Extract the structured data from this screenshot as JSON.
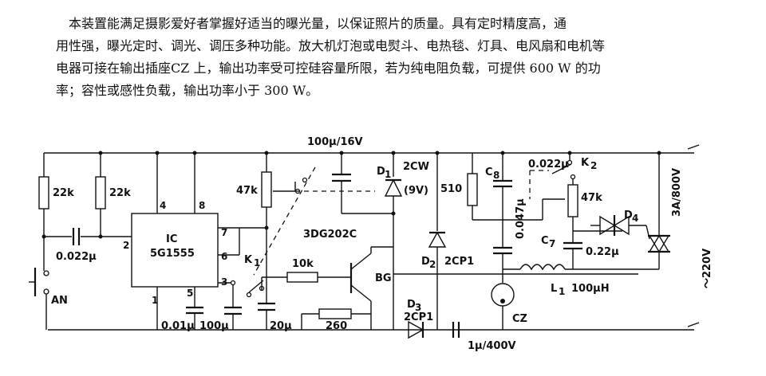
{
  "description": {
    "line1": "本装置能满足摄影爱好者掌握好适当的曝光量，以保证照片的质量。具有定时精度高，通",
    "line2": "用性强，曝光定时、调光、调压多种功能。放大机灯泡或电熨斗、电热毯、灯具、电风扇和电机等",
    "line3": "电器可接在输出插座CZ 上，输出功率受可控硅容量所限，若为纯电阻负载，可提供 600 W 的功",
    "line4": "率；容性或感性负载，输出功率小于 300 W。"
  },
  "labels": {
    "r1": "22k",
    "r2": "22k",
    "c_in": "0.022μ",
    "ic_name": "IC",
    "ic_part": "5G1555",
    "pin2": "2",
    "pin4": "4",
    "pin8": "8",
    "pin7": "7",
    "pin6": "6",
    "pin3": "3",
    "pin1": "1",
    "pin5": "5",
    "c_pin5": "0.01μ",
    "c_100u": "100μ",
    "c_20u": "20μ",
    "pot_47k": "47k",
    "switch_k1": "K",
    "switch_k1_sub": "1",
    "r_10k": "10k",
    "r_260": "260",
    "transistor_part": "3DG202C",
    "transistor_name": "BG",
    "cap_top": "100μ/16V",
    "zener": "D",
    "zener_sub": "1",
    "zener_part": "2CW",
    "zener_v": "(9V)",
    "r_510": "510",
    "d2": "D",
    "d2_sub": "2",
    "d2_part": "2CP1",
    "d3": "D",
    "d3_sub": "3",
    "d3_part": "2CP1",
    "c_1u": "1μ/400V",
    "c8": "C",
    "c8_sub": "8",
    "c8_val": "0.047μ",
    "c_0022": "0.022μ",
    "switch_k2": "K",
    "switch_k2_sub": "2",
    "pot_47k_b": "47k",
    "c7": "C",
    "c7_sub": "7",
    "c7_val": "0.22μ",
    "l1": "L",
    "l1_sub": "1",
    "l1_val": "100μH",
    "socket": "CZ",
    "d4": "D",
    "d4_sub": "4",
    "scr_rating": "3A/800V",
    "mains": "～220V",
    "button": "AN"
  }
}
